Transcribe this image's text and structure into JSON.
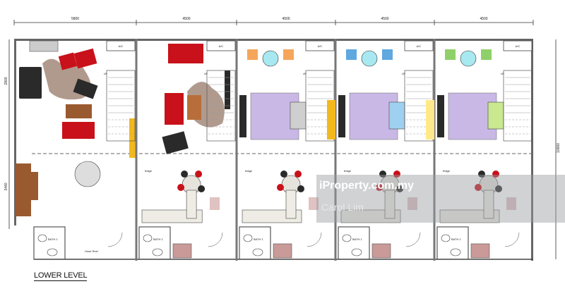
{
  "plan": {
    "title": "LOWER LEVEL",
    "dimensions": {
      "top": [
        "5800",
        "4500",
        "4500",
        "4500",
        "4500"
      ],
      "left": [
        "2800",
        "3440"
      ],
      "right": "10000"
    },
    "labels": {
      "ac": "A/C",
      "up": "UP",
      "bath": "BATH 1",
      "fridge": "fridge",
      "hose_reel": "Hose Reel"
    }
  },
  "watermark": {
    "site": "iProperty.com.my",
    "agent": "Carol Lim"
  },
  "colors": {
    "wall": "#555555",
    "sofa_red": "#c8111a",
    "sofa_black": "#2a2a2a",
    "rug": "#b09a8e",
    "rug_purple": "#c9b8e6",
    "bath_pink": "#c99a98",
    "stair_yellow": "#f2b81d",
    "wood": "#9a5a30"
  }
}
